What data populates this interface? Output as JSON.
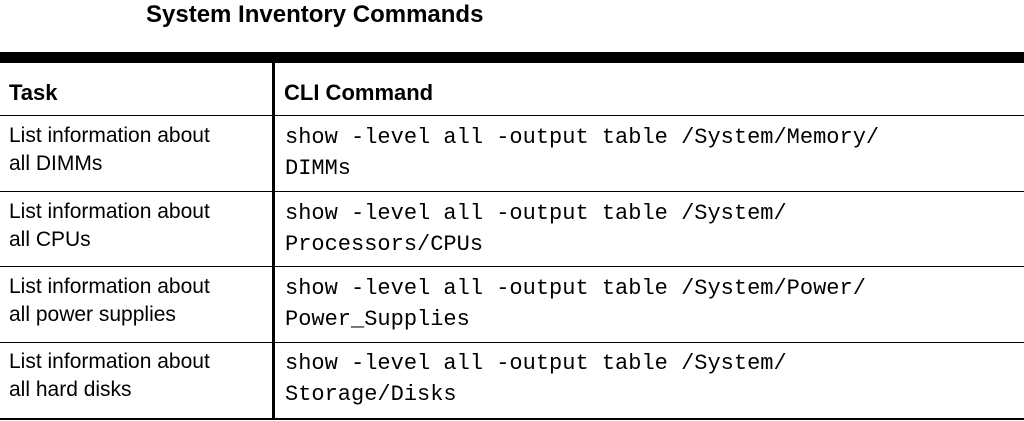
{
  "title": "System Inventory Commands",
  "table": {
    "headers": {
      "task": "Task",
      "command": "CLI Command"
    },
    "rows": [
      {
        "task": [
          "List information about",
          "all DIMMs"
        ],
        "command": [
          "show -level all -output table /System/Memory/",
          "DIMMs"
        ]
      },
      {
        "task": [
          "List information about",
          "all CPUs"
        ],
        "command": [
          "show -level all -output table /System/",
          "Processors/CPUs"
        ]
      },
      {
        "task": [
          "List information about",
          "all power supplies"
        ],
        "command": [
          "show -level all -output table /System/Power/",
          "Power_Supplies"
        ]
      },
      {
        "task": [
          "List information about",
          "all hard disks"
        ],
        "command": [
          "show -level all -output table /System/",
          "Storage/Disks"
        ]
      }
    ]
  }
}
